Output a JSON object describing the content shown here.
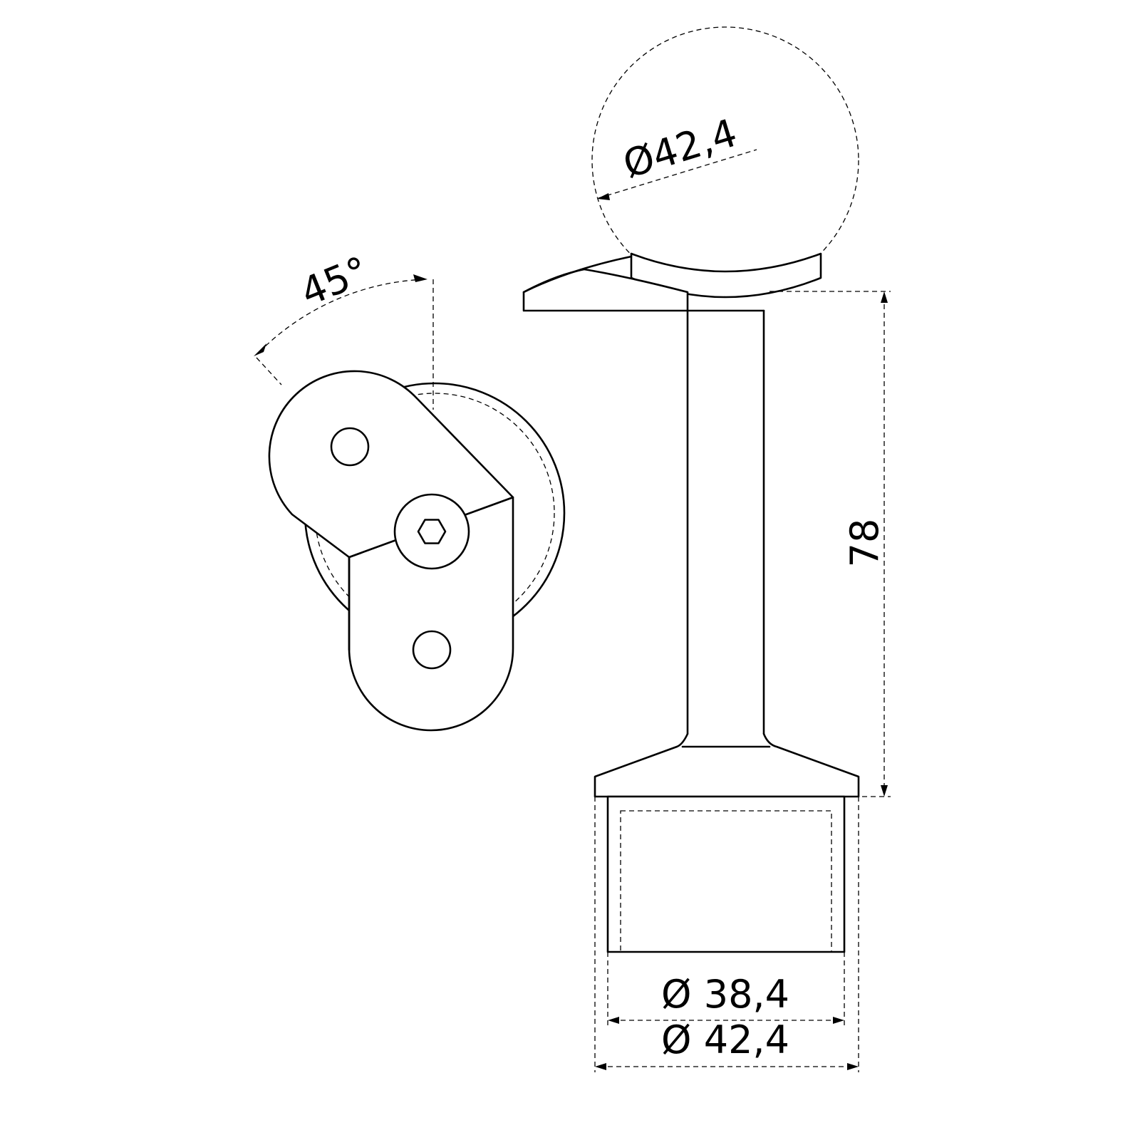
{
  "dimensions": {
    "angle": "45°",
    "rail_diameter": "Ø42,4",
    "height": "78",
    "inner_diameter": "Ø 38,4",
    "outer_diameter": "Ø 42,4"
  }
}
